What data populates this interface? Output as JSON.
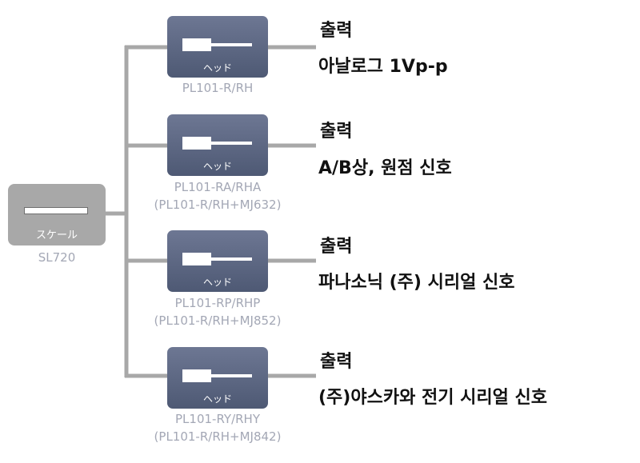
{
  "scale": {
    "label": "スケール",
    "model": "SL720"
  },
  "heads": [
    {
      "label": "ヘッド",
      "model_line1": "PL101-R/RH",
      "model_line2": "",
      "output_title": "출력",
      "output_desc": "아날로그 1Vp-p"
    },
    {
      "label": "ヘッド",
      "model_line1": "PL101-RA/RHA",
      "model_line2": "(PL101-R/RH+MJ632)",
      "output_title": "출력",
      "output_desc": "A/B상, 원점 신호"
    },
    {
      "label": "ヘッド",
      "model_line1": "PL101-RP/RHP",
      "model_line2": "(PL101-R/RH+MJ852)",
      "output_title": "출력",
      "output_desc": "파나소닉 (주) 시리얼 신호"
    },
    {
      "label": "ヘッド",
      "model_line1": "PL101-RY/RHY",
      "model_line2": "(PL101-R/RH+MJ842)",
      "output_title": "출력",
      "output_desc": "(주)야스카와 전기 시리얼 신호"
    }
  ],
  "colors": {
    "connector": "#a8a8a8",
    "head_body": "#5a6580",
    "model_text": "#a3a7b5"
  }
}
